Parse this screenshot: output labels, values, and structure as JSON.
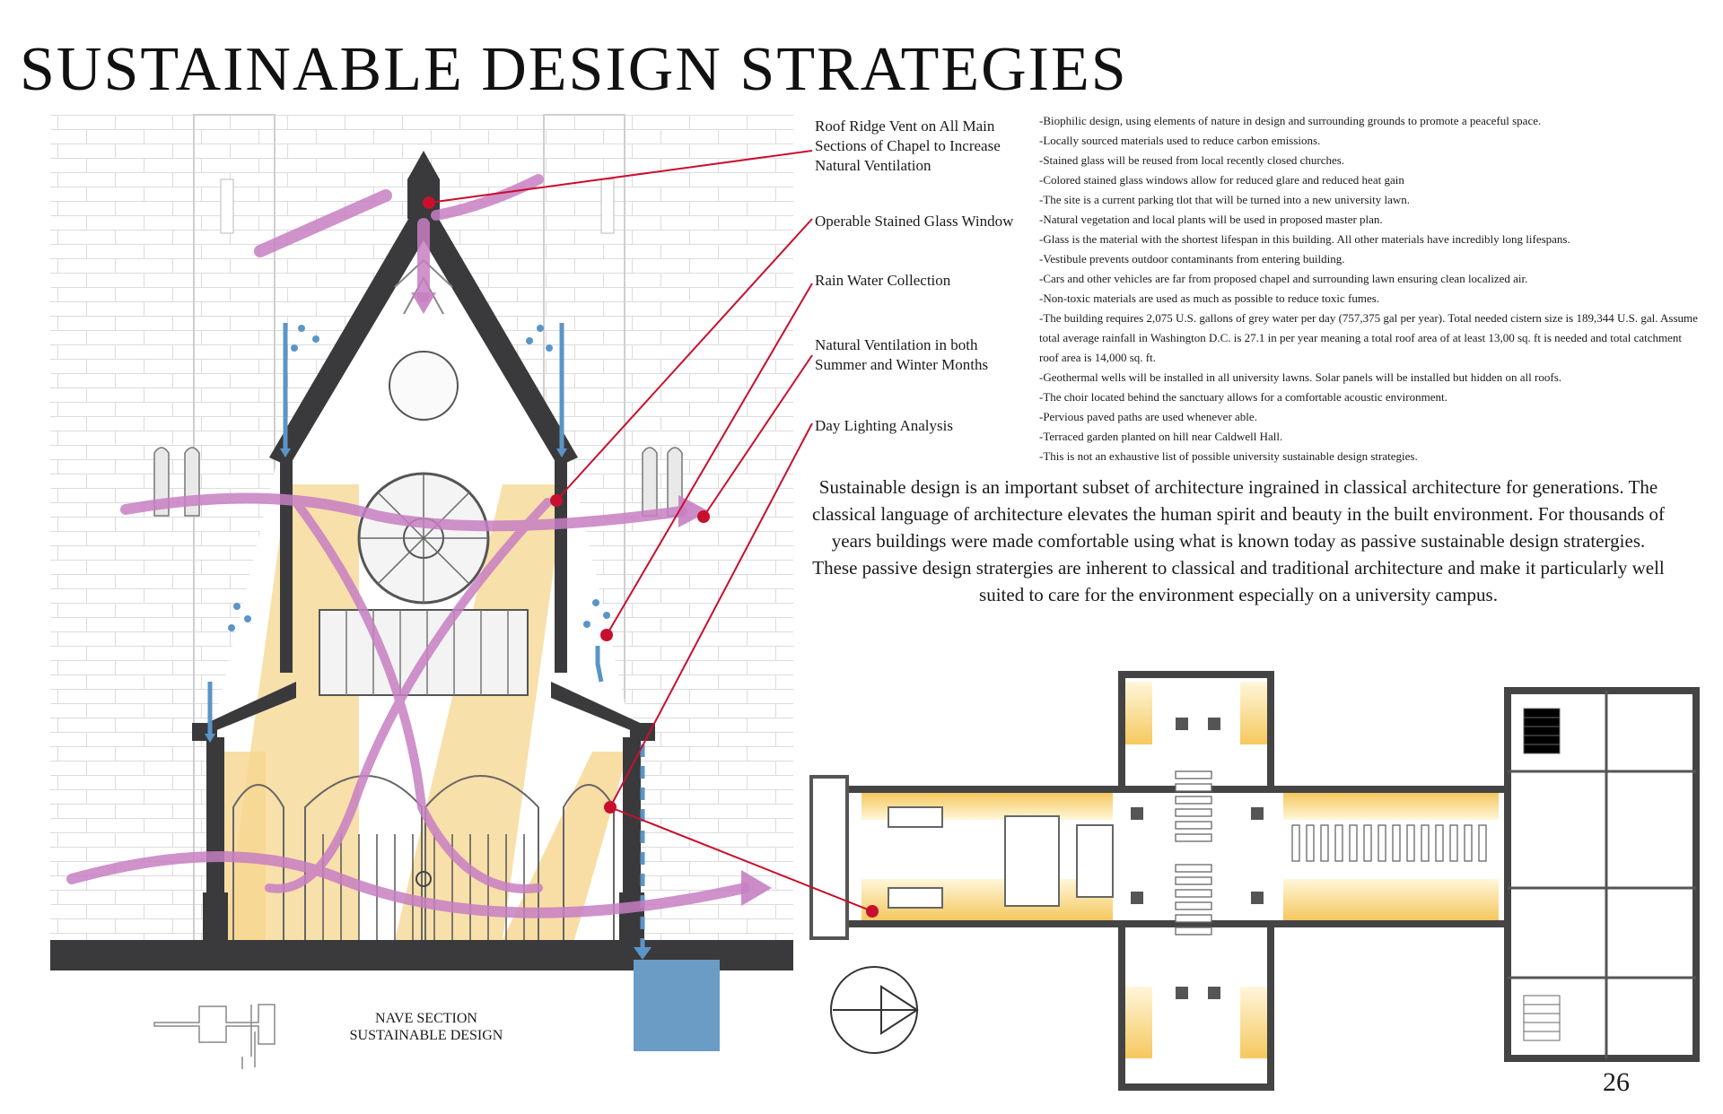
{
  "title": "SUSTAINABLE DESIGN STRATEGIES",
  "callouts": {
    "roof_vent": [
      "Roof Ridge Vent on All Main",
      "Sections of Chapel to Increase",
      "Natural Ventilation"
    ],
    "window": "Operable Stained Glass Window",
    "rain": "Rain Water Collection",
    "ventilation": [
      "Natural Ventilation in both",
      "Summer and Winter Months"
    ],
    "daylight": "Day Lighting Analysis"
  },
  "strategies": [
    "-Biophilic design, using elements of nature in design and surrounding grounds to promote a peaceful space.",
    "-Locally sourced materials used to reduce carbon emissions.",
    "-Stained glass will be reused from local recently closed churches.",
    "-Colored stained glass windows allow for reduced glare and reduced heat gain",
    "-The site is a current parking tlot that will be turned into a new university lawn.",
    "-Natural vegetation and local plants will be used in proposed master plan.",
    "-Glass is the material with the shortest lifespan in this building.  All other materials have incredibly long lifespans.",
    "-Vestibule prevents outdoor contaminants from entering building.",
    "-Cars and other vehicles are far from proposed chapel and surrounding lawn ensuring clean localized air.",
    "-Non-toxic materials are used as much as possible to reduce toxic fumes.",
    "-The building requires 2,075 U.S. gallons of grey water per day (757,375 gal per year).  Total needed cistern size is 189,344 U.S. gal.  Assume total average rainfall in Washington D.C. is 27.1 in per year meaning a total roof area of at least 13,00 sq. ft is needed and total catchment roof area is 14,000 sq. ft.",
    "-Geothermal wells will be installed in all university lawns.  Solar panels will be installed but hidden on all roofs.",
    "-The choir located behind the sanctuary allows for a comfortable acoustic environment.",
    "-Pervious paved paths are used whenever able.",
    "-Terraced garden planted on hill near Caldwell Hall.",
    "-This is not an exhaustive list of possible university sustainable design strategies."
  ],
  "paragraph": "Sustainable design is an important subset of architecture ingrained in classical architecture for generations.  The classical language of architecture elevates the human spirit and beauty in the built environment.  For thousands of years buildings were made comfortable using what is known today as passive sustainable design stratergies.  These passive design stratergies are inherent to classical and traditional architecture and make it particularly well suited to care for the environment especially on a university campus.",
  "section_caption": [
    "NAVE SECTION",
    "SUSTAINABLE DESIGN"
  ],
  "page_number": "26",
  "colors": {
    "roof": "#3a3a3c",
    "water": "#5b95c8",
    "airflow": "#c77fc2",
    "daylight": "#f6d68f",
    "leader": "#c8102e",
    "cistern": "#6b9cc6"
  }
}
